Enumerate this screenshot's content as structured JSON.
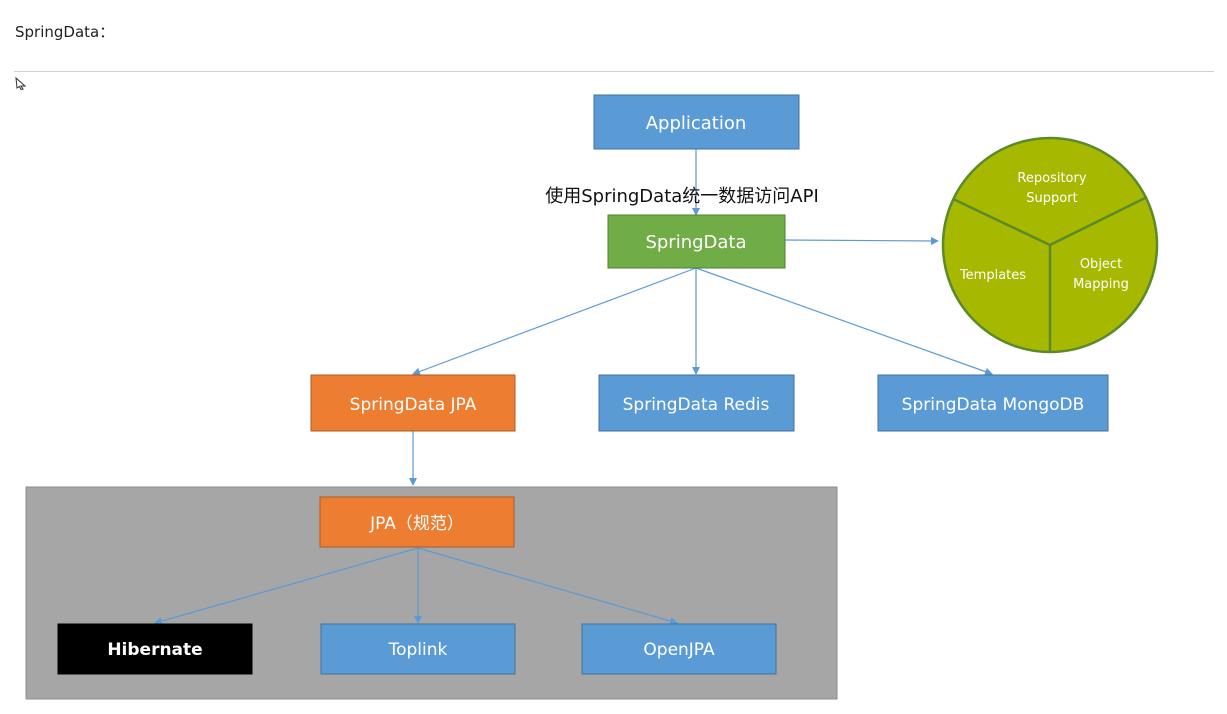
{
  "header": {
    "title": "SpringData："
  },
  "diagram": {
    "application": "Application",
    "api_note": "使用SpringData统一数据访问API",
    "springdata": "SpringData",
    "circle": {
      "repository_support": [
        "Repository",
        "Support"
      ],
      "templates": "Templates",
      "object_mapping": [
        "Object",
        "Mapping"
      ],
      "fill": "#a7b800",
      "stroke": "#5a8a2a"
    },
    "modules": {
      "jpa": "SpringData JPA",
      "redis": "SpringData Redis",
      "mongodb": "SpringData MongoDB"
    },
    "jpa_spec": "JPA（规范）",
    "implementations": {
      "hibernate": "Hibernate",
      "toplink": "Toplink",
      "openjpa": "OpenJPA"
    },
    "colors": {
      "blue": "#5b9bd5",
      "green": "#70ad47",
      "orange": "#ed7d31",
      "black": "#000000",
      "gray_panel": "#a6a6a6",
      "arrow": "#5b9bd5"
    }
  }
}
